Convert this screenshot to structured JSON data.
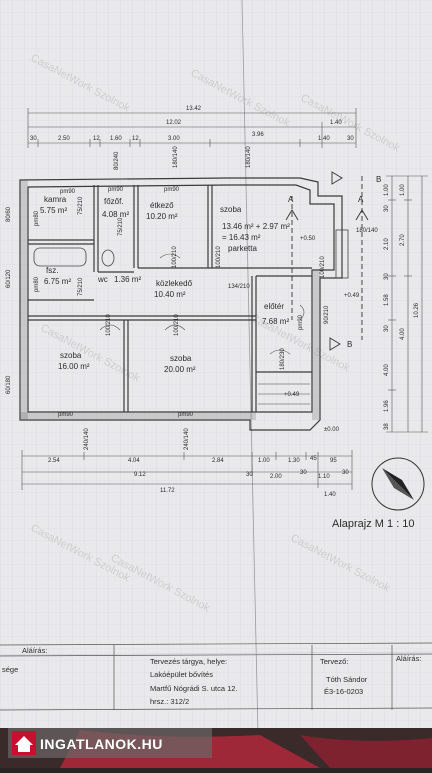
{
  "watermark": "CasaNetWork Szolnok",
  "dimensions": {
    "top": {
      "overall": "13.42",
      "second": "12.02",
      "right_offset": "1.40",
      "segments": [
        "30",
        "2.50",
        "12",
        "1.60",
        "12",
        "3.00",
        "3.96",
        "1.40",
        "30"
      ]
    },
    "bottom": {
      "row1": [
        "2.54",
        "4.04",
        "2.84",
        "1.00",
        "1.30",
        "45",
        "95"
      ],
      "row2": [
        "9.12",
        "30",
        "2.00",
        "30",
        "1.10",
        "30"
      ],
      "overall": "11.72",
      "right_offset": "1.40"
    },
    "right": {
      "inner": [
        "1.00",
        "30",
        "2.10",
        "30",
        "1.58",
        "30",
        "4.00",
        "1.96",
        "38"
      ],
      "outer": [
        "1.00",
        "2.70",
        "4.00"
      ],
      "overall": "10.26"
    }
  },
  "openings": {
    "top": [
      "80/240",
      "180/140",
      "180/140"
    ],
    "left": [
      "80/60",
      "60/120",
      "60/180"
    ],
    "bottom": [
      "240/140",
      "240/140"
    ],
    "right": [
      "180/140"
    ]
  },
  "rooms": {
    "kamra": {
      "name": "kamra",
      "area": "5.75 m²"
    },
    "fozo": {
      "name": "főzőf.",
      "area": "4.08 m²"
    },
    "etkezo": {
      "name": "étkező",
      "area": "10.20 m²"
    },
    "szoba_main": {
      "name": "szoba",
      "area_line": "13.46 m² + 2.97 m²",
      "total": "= 16.43 m²",
      "floor": "parketta"
    },
    "fsz": {
      "name": "fsz.",
      "area": "6.75 m²"
    },
    "wc": {
      "name": "wc",
      "area": "1.36 m²"
    },
    "kozlekedo": {
      "name": "közlekedő",
      "area": "10.40 m²"
    },
    "eloter": {
      "name": "előtér",
      "area": "7.68 m²"
    },
    "szoba_left": {
      "name": "szoba",
      "area": "16.00 m²"
    },
    "szoba_mid": {
      "name": "szoba",
      "area": "20.00 m²"
    }
  },
  "doors": {
    "d1": "pm90",
    "d2": "pm90",
    "d3": "pm90",
    "d4": "75/210",
    "d5": "75/210",
    "d6": "100/210",
    "d7": "100/210",
    "d8": "75/210",
    "d9": "100/210",
    "d10": "100/210",
    "d11": "pm80",
    "d12": "pm80",
    "d13": "134/210",
    "d14": "pm90",
    "d15": "pm90",
    "d16": "90/210",
    "d17": "180/230",
    "d18": "100/210",
    "d19": "pm90"
  },
  "levels": {
    "l1": "+0.50",
    "l2": "+0.49",
    "l3": "+0.49",
    "l4": "±0.00"
  },
  "sections": {
    "a": "A",
    "b": "B"
  },
  "plan_title": "Alaprajz M 1 : 10",
  "title_block": {
    "signature_label_left": "Aláírás:",
    "left_fragment": "sége",
    "subject_label": "Tervezés tárgya, helye:",
    "subject": "Lakóépület bővítés",
    "address": "Martfű Nógrádi S. utca 12.",
    "plot": "hrsz.: 312/2",
    "designer_label": "Tervező:",
    "designer": "Tóth Sándor",
    "licence": "É3-16-0203",
    "signature_label_right": "Aláírás:"
  },
  "logo": {
    "text": "INGATLANOK.HU",
    "color": "#c8102e"
  }
}
